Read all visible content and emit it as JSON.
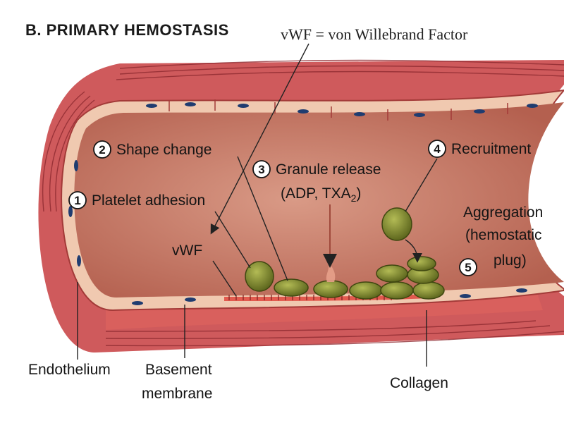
{
  "title": "B. PRIMARY HEMOSTASIS",
  "note": "vWF = von Willebrand Factor",
  "steps": [
    {
      "number": "1",
      "label": "Platelet adhesion"
    },
    {
      "number": "2",
      "label": "Shape change"
    },
    {
      "number": "3",
      "label": "Granule release",
      "detail_prefix": "(ADP, TXA",
      "detail_sub": "2",
      "detail_suffix": ")"
    },
    {
      "number": "4",
      "label": "Recruitment"
    },
    {
      "number": "5",
      "label_lines": [
        "Aggregation",
        "(hemostatic",
        "plug)"
      ]
    }
  ],
  "labels": {
    "vwf": "vWF",
    "endothelium": "Endothelium",
    "basement_membrane": [
      "Basement",
      "membrane"
    ],
    "collagen": "Collagen"
  },
  "colors": {
    "vessel_wall": "#c8444a",
    "lumen": "#c07968",
    "platelet": "#7d8a2c",
    "endothelial_cell": "#f0c9b0",
    "nucleus": "#1f3c70"
  }
}
